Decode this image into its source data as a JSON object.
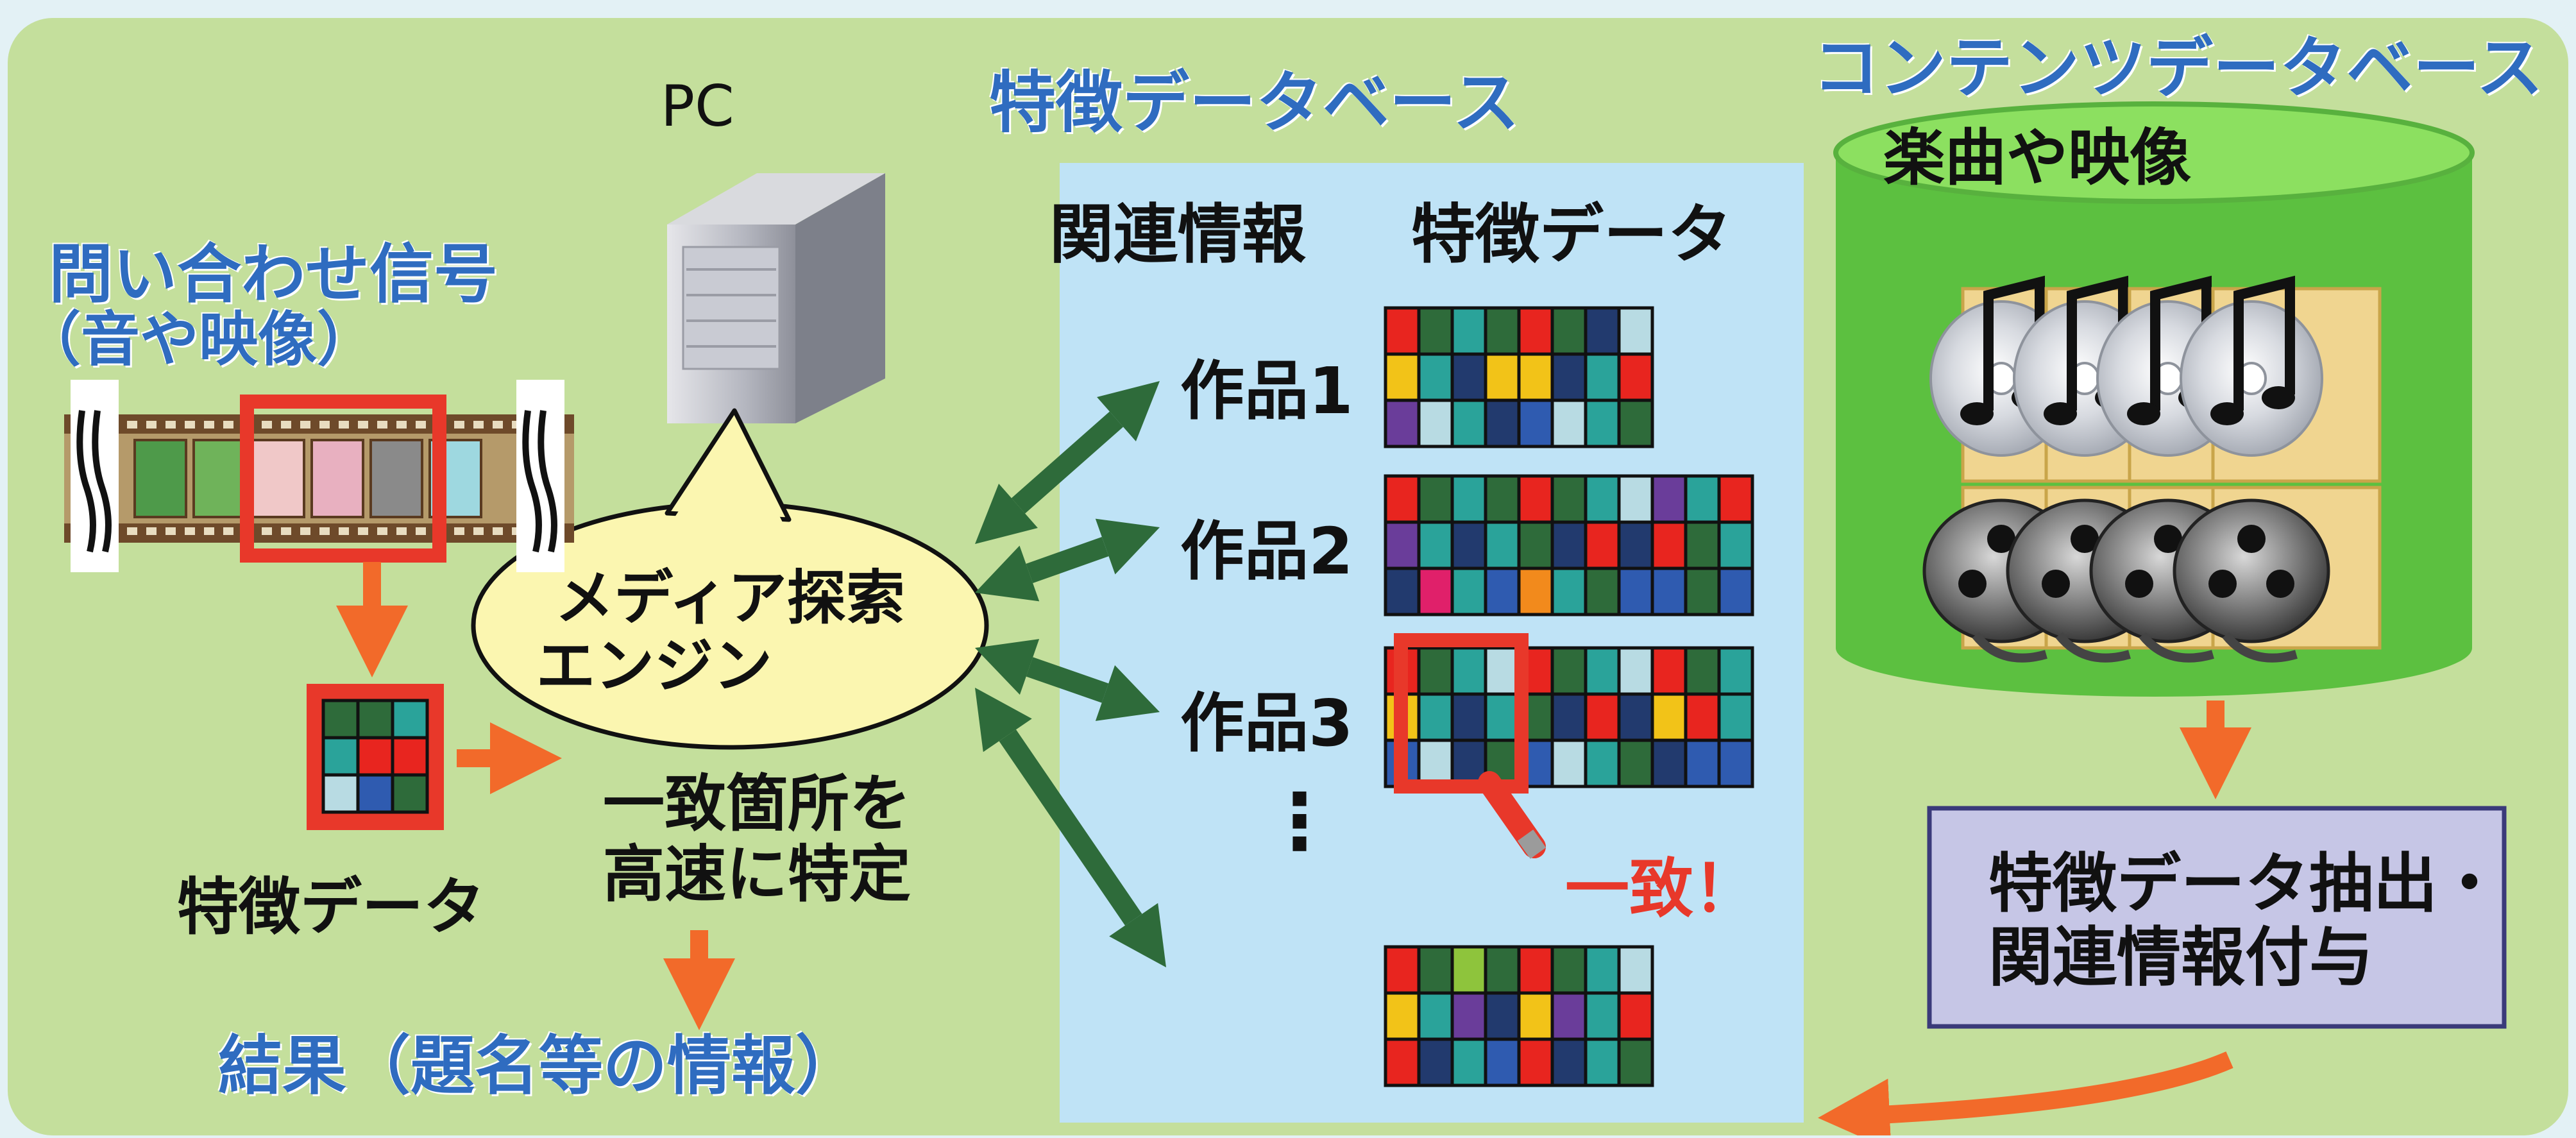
{
  "labels": {
    "pc": "PC",
    "feature_db_title": "特徴データベース",
    "content_db_title": "コンテンツデータベース",
    "content_db_subtitle": "楽曲や映像",
    "query_signal_line1": "問い合わせ信号",
    "query_signal_line2": "（音や映像）",
    "col_related_info": "関連情報",
    "col_feature_data": "特徴データ",
    "work1": "作品1",
    "work2": "作品2",
    "work3": "作品3",
    "search_engine_line1": "メディア探索",
    "search_engine_line2": "エンジン",
    "match_line1": "一致箇所を",
    "match_line2": "高速に特定",
    "query_feature": "特徴データ",
    "result": "結果（題名等の情報）",
    "match_exclaim": "一致！",
    "extract_line1": "特徴データ抽出・",
    "extract_line2": "関連情報付与"
  },
  "colors": {
    "panel_green": "#c4df9c",
    "db_blue": "#bfe3f6",
    "arrow_dark_green": "#2e6b3a",
    "arrow_orange": "#f26a2a",
    "highlight_red": "#e8382a",
    "title_blue": "#2f6cc0",
    "cylinder_green": "#5cc040",
    "extract_box": "#c6c6e6"
  }
}
